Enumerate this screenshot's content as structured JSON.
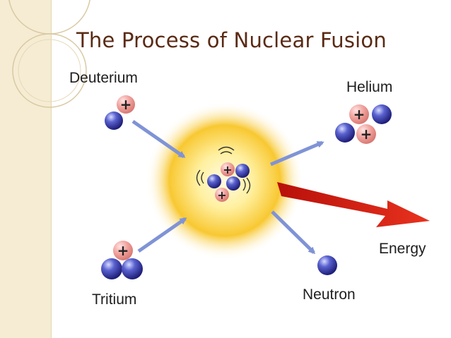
{
  "slide": {
    "title": "The Process of Nuclear Fusion"
  },
  "labels": {
    "deuterium": "Deuterium",
    "tritium": "Tritium",
    "helium": "Helium",
    "neutron": "Neutron",
    "energy": "Energy"
  },
  "symbols": {
    "plus": "+"
  },
  "colors": {
    "proton": "#f0a3a0",
    "neutron": "#2f2fa0",
    "arrow": "#7f93d6",
    "energy_arrow": "#d01a10",
    "glow_center": "#fff7c9",
    "glow_edge": "#f4b400",
    "title": "#5a2a14",
    "left_band": "#f5ecd3"
  }
}
